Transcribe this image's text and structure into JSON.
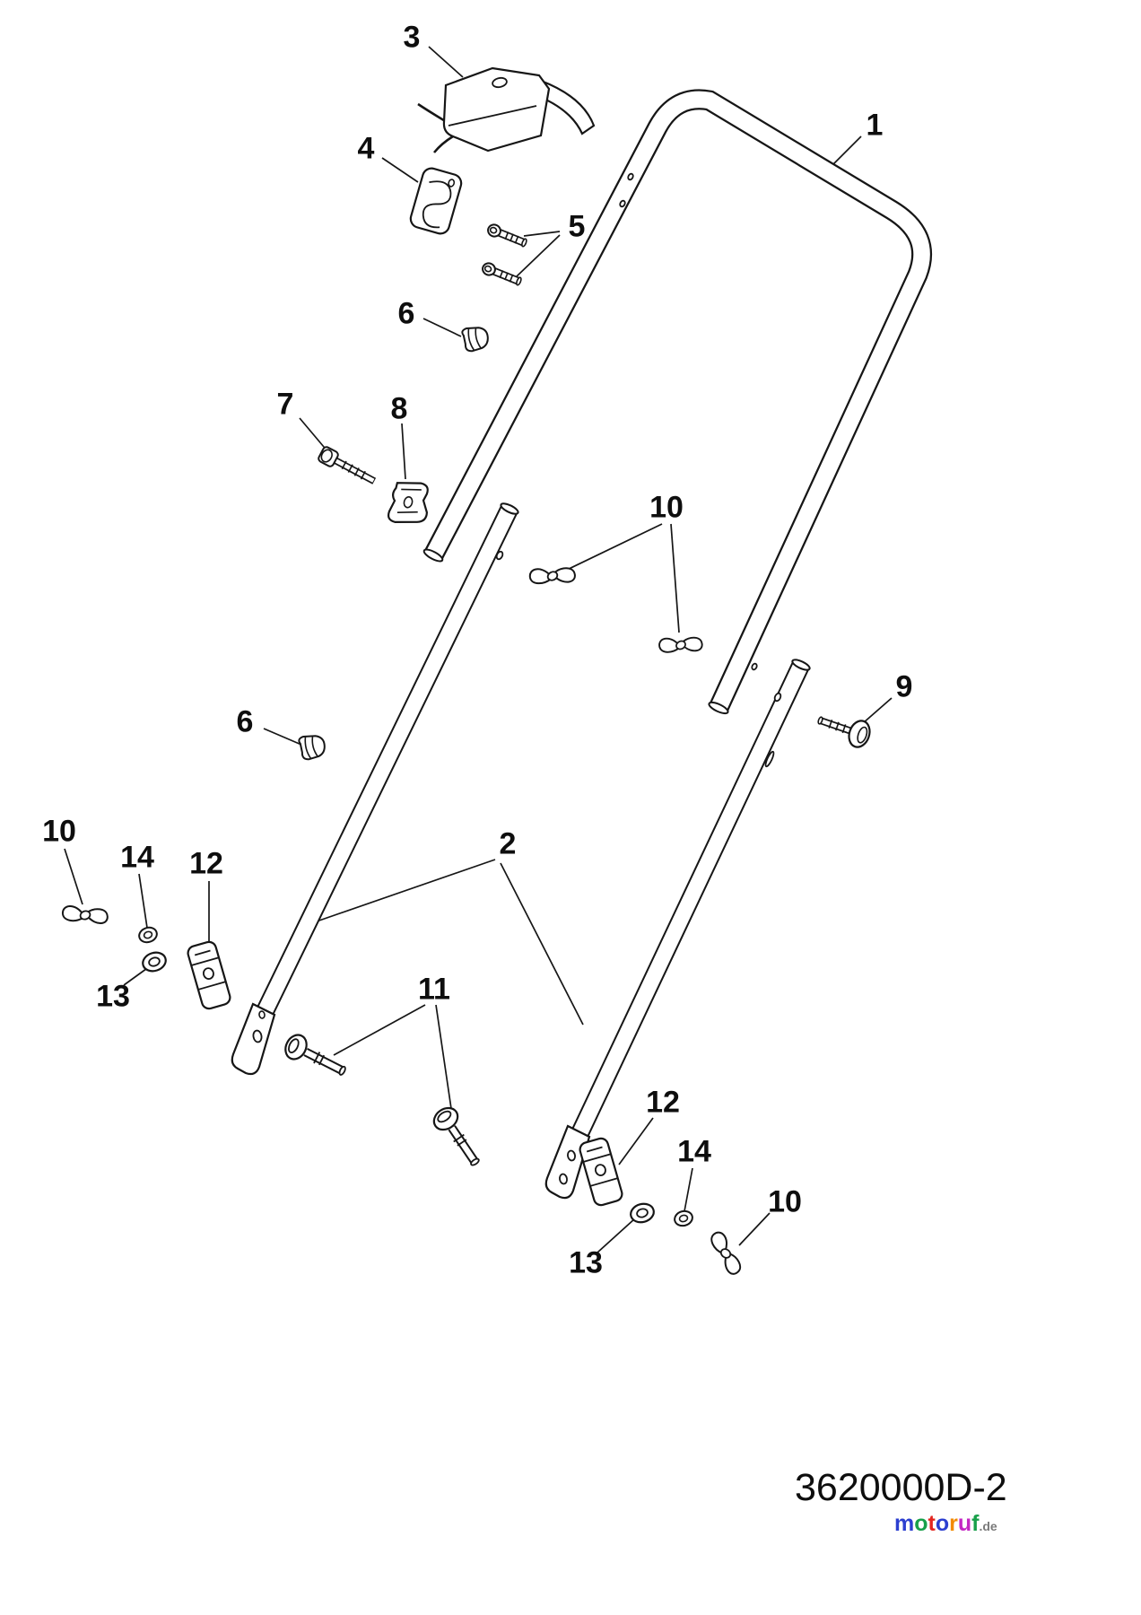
{
  "page": {
    "background": "#ffffff",
    "line_color": "#161616"
  },
  "diagram": {
    "code": "3620000D-2",
    "callouts": [
      {
        "label": "1"
      },
      {
        "label": "2"
      },
      {
        "label": "3"
      },
      {
        "label": "4"
      },
      {
        "label": "5"
      },
      {
        "label": "6"
      },
      {
        "label": "7"
      },
      {
        "label": "8"
      },
      {
        "label": "9"
      },
      {
        "label": "10"
      },
      {
        "label": "6"
      },
      {
        "label": "10"
      },
      {
        "label": "14"
      },
      {
        "label": "12"
      },
      {
        "label": "13"
      },
      {
        "label": "11"
      },
      {
        "label": "12"
      },
      {
        "label": "14"
      },
      {
        "label": "10"
      },
      {
        "label": "13"
      }
    ]
  },
  "branding": {
    "letters": [
      {
        "ch": "m",
        "color": "#2c3fd0"
      },
      {
        "ch": "o",
        "color": "#18a04a"
      },
      {
        "ch": "t",
        "color": "#e3261f"
      },
      {
        "ch": "o",
        "color": "#2c3fd0"
      },
      {
        "ch": "r",
        "color": "#f28a00"
      },
      {
        "ch": "u",
        "color": "#c428c4"
      },
      {
        "ch": "f",
        "color": "#18a04a"
      }
    ],
    "suffix": ".de",
    "suffix_color": "#7a7a7a"
  }
}
